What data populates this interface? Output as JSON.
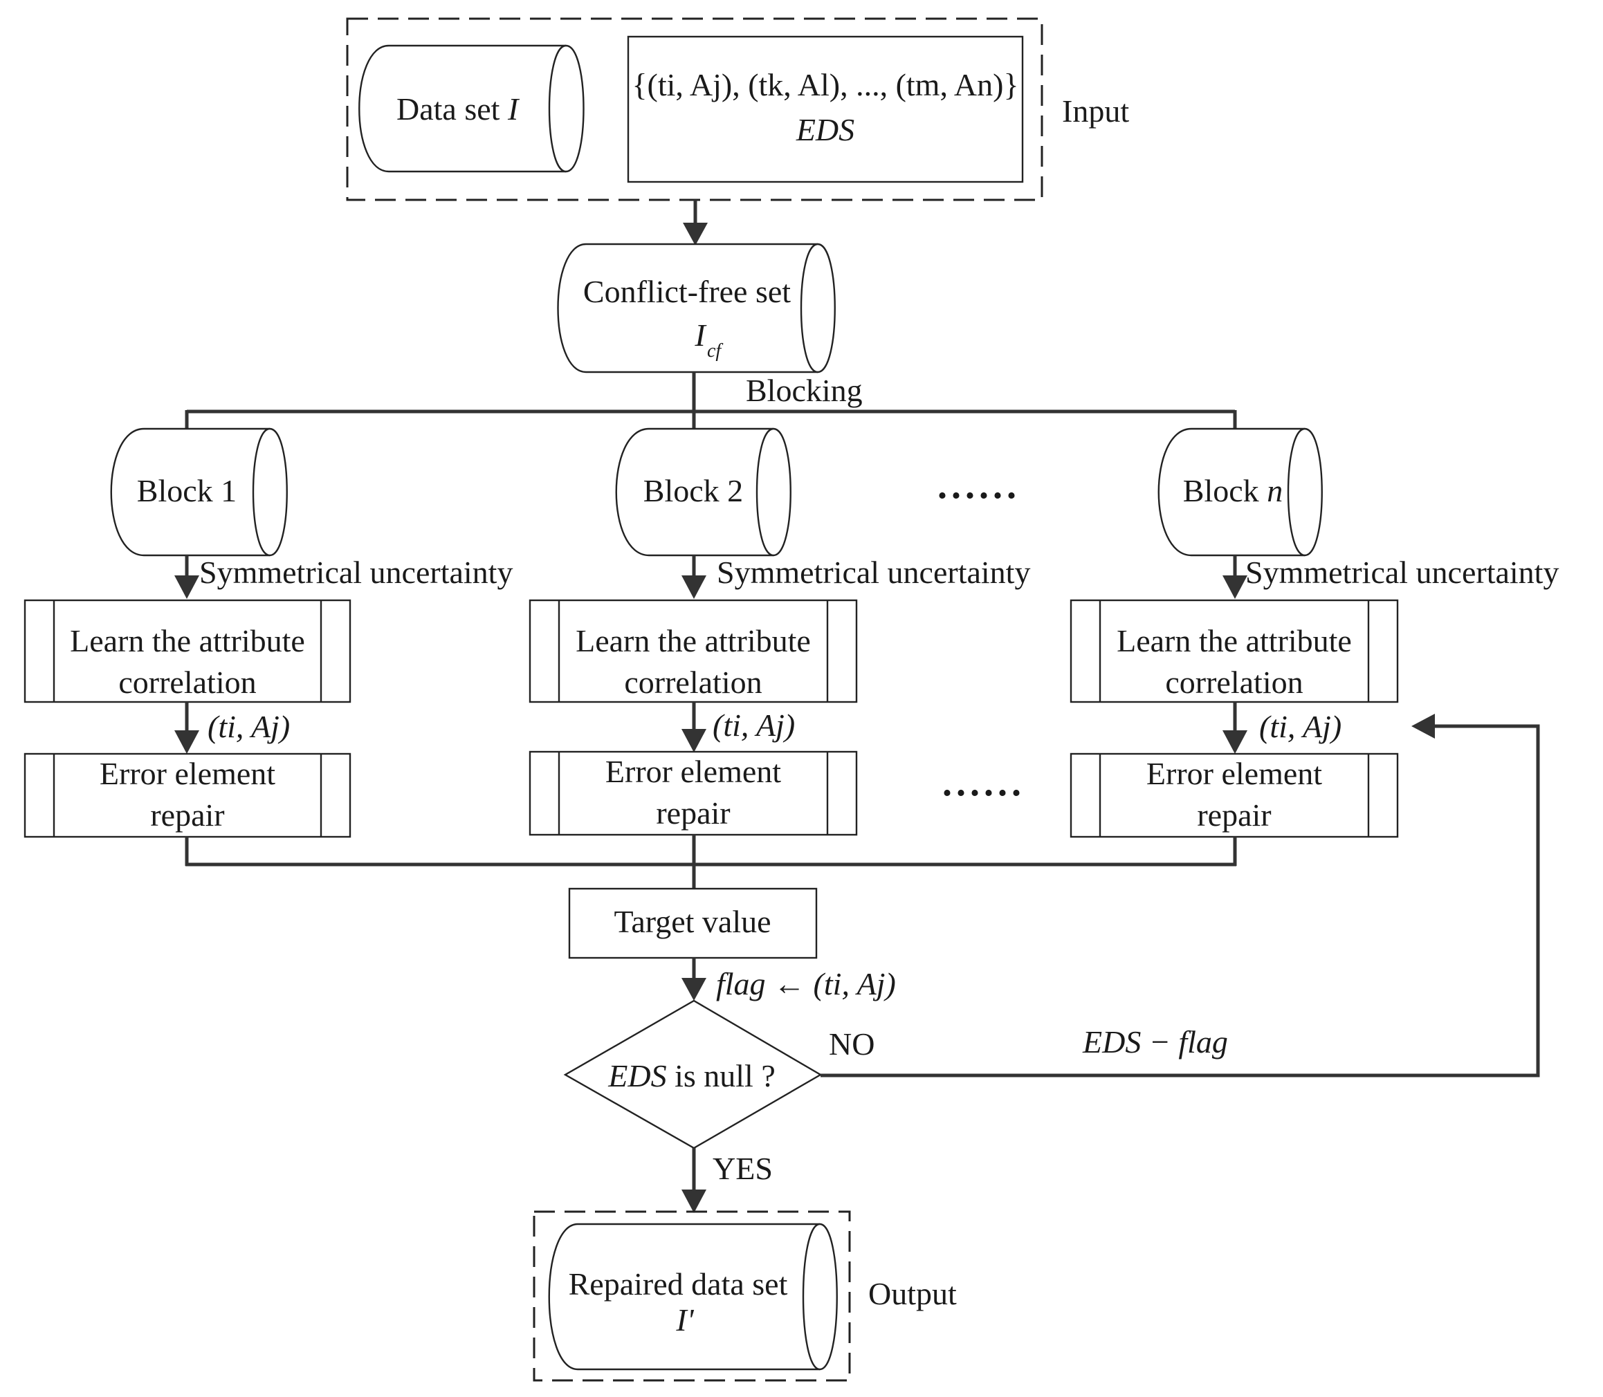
{
  "colors": {
    "line": "#333333",
    "shape_stroke": "#222222",
    "text": "#1a1a1a",
    "background": "#ffffff"
  },
  "input": {
    "dataset_label": "Data set",
    "dataset_symbol": "I",
    "eds_set_formula": "{(ti, Aj), (tk, Al), ..., (tm, An)}",
    "eds_set_name": "EDS",
    "group_label": "Input"
  },
  "conflict_free": {
    "label": "Conflict-free set",
    "symbol": "I",
    "symbol_sub": "cf"
  },
  "blocking_label": "Blocking",
  "blocks": [
    {
      "label": "Block 1",
      "su_label": "Symmetrical uncertainty",
      "learn_line1": "Learn the attribute",
      "learn_line2": "correlation",
      "pair": "(ti, Aj)",
      "repair_line1": "Error element",
      "repair_line2": "repair"
    },
    {
      "label": "Block 2",
      "su_label": "Symmetrical uncertainty",
      "learn_line1": "Learn the attribute",
      "learn_line2": "correlation",
      "pair": "(ti, Aj)",
      "repair_line1": "Error element",
      "repair_line2": "repair"
    },
    {
      "label_prefix": "Block",
      "label_var": "n",
      "su_label": "Symmetrical uncertainty",
      "learn_line1": "Learn the attribute",
      "learn_line2": "correlation",
      "pair": "(ti, Aj)",
      "repair_line1": "Error element",
      "repair_line2": "repair"
    }
  ],
  "ellipsis": "......",
  "target_value": "Target value",
  "flag_assign": "flag ← (ti, Aj)",
  "decision": {
    "var": "EDS",
    "rest": "is null ?"
  },
  "no_label": "NO",
  "yes_label": "YES",
  "feedback_label": "EDS − flag",
  "output": {
    "label": "Repaired data set",
    "symbol": "I'",
    "group_label": "Output"
  }
}
